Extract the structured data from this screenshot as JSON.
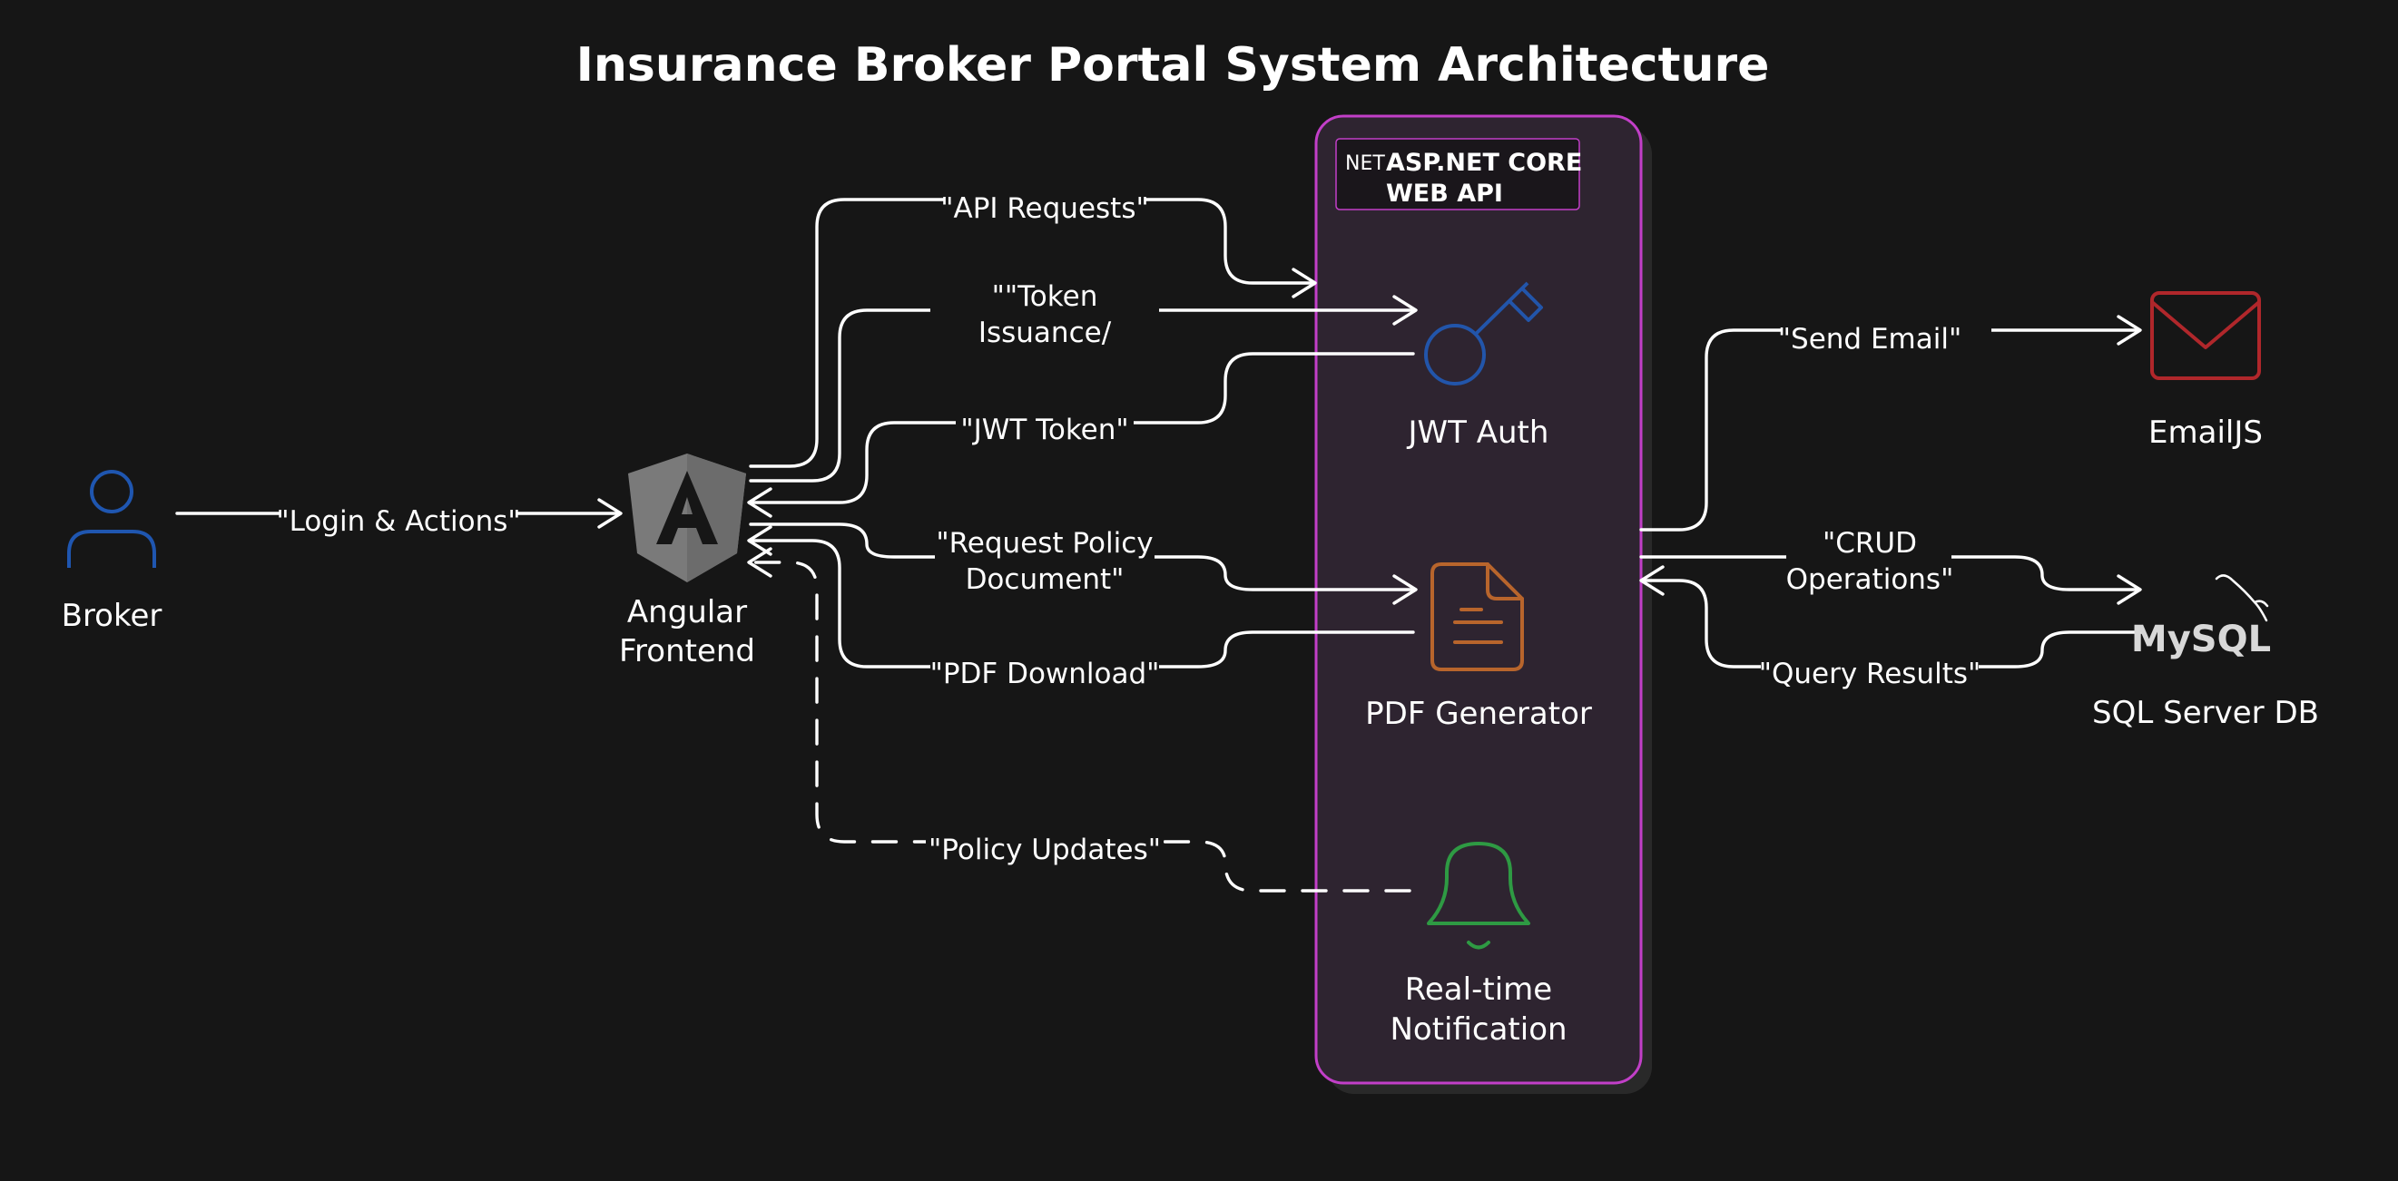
{
  "title": "Insurance Broker Portal System Architecture",
  "colors": {
    "background": "#161616",
    "container_border": "#c23fc8",
    "container_fill": "#2e2430",
    "broker_icon": "#1f56b0",
    "key_icon": "#2255aa",
    "pdf_icon": "#b8652c",
    "bell_icon": "#2e9a43",
    "email_icon": "#b0272b",
    "angular_shield": "#7a7a7a"
  },
  "container": {
    "badge_prefix": "NET",
    "badge_line1": "ASP.NET CORE",
    "badge_line2": "WEB API"
  },
  "nodes": {
    "broker": {
      "label": "Broker",
      "icon": "user-icon"
    },
    "angular": {
      "label_line1": "Angular",
      "label_line2": "Frontend",
      "icon": "angular-icon"
    },
    "jwt": {
      "label": "JWT Auth",
      "icon": "key-icon"
    },
    "pdf": {
      "label": "PDF Generator",
      "icon": "document-icon"
    },
    "notify": {
      "label_line1": "Real-time",
      "label_line2": "Notification",
      "icon": "bell-icon"
    },
    "email": {
      "label": "EmailJS",
      "icon": "mail-icon"
    },
    "db": {
      "label": "SQL Server DB",
      "logo_text": "MySQL",
      "icon": "mysql-logo"
    }
  },
  "edges": {
    "login": "\"Login & Actions\"",
    "api_requests": "\"API Requests\"",
    "token_issuance_line1": "\"\"Token",
    "token_issuance_line2": "Issuance/",
    "jwt_token": "\"JWT Token\"",
    "request_policy_line1": "\"Request Policy",
    "request_policy_line2": "Document\"",
    "pdf_download": "\"PDF Download\"",
    "policy_updates": "\"Policy Updates\"",
    "send_email": "\"Send Email\"",
    "crud_line1": "\"CRUD",
    "crud_line2": "Operations\"",
    "query_results": "\"Query Results\""
  }
}
